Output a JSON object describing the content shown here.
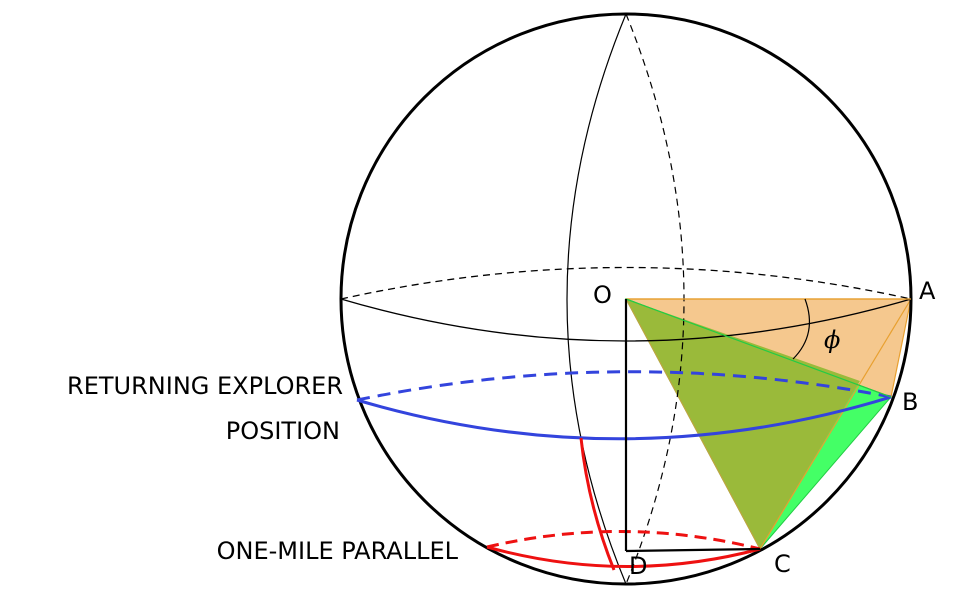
{
  "points": {
    "o": "O",
    "a": "A",
    "b": "B",
    "c": "C",
    "d": "D"
  },
  "angle_label": "ϕ",
  "labels": {
    "returning_line1": "RETURNING EXPLORER",
    "returning_line2": "POSITION",
    "one_mile": "ONE-MILE PARALLEL"
  },
  "colors": {
    "outline": "#000000",
    "returning_parallel": "#3344dd",
    "one_mile_parallel": "#ee1111",
    "triangle_oab_fill": "#f5c88e",
    "triangle_oab_stroke": "#e8a030",
    "triangle_obc_fill": "#44ff66",
    "triangle_oc_fill": "#9aba3a"
  }
}
